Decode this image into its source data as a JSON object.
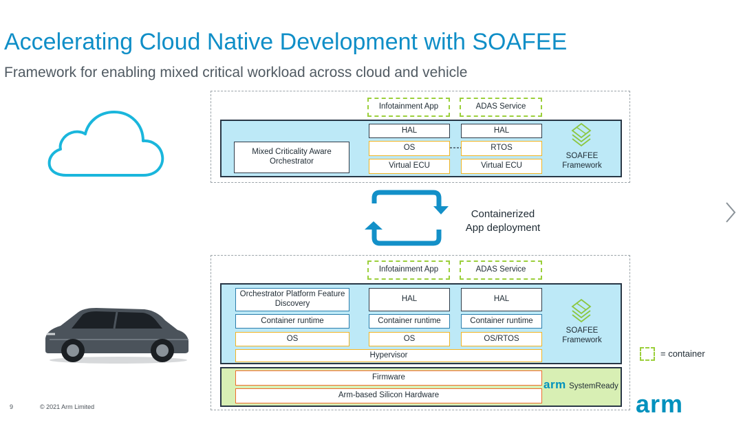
{
  "title": "Accelerating Cloud Native Development with SOAFEE",
  "subtitle": "Framework for enabling mixed critical workload across cloud and vehicle",
  "cloud": {
    "apps": [
      "Infotainment App",
      "ADAS Service"
    ],
    "orchestrator": "Mixed Criticality Aware Orchestrator",
    "col1": [
      "HAL",
      "OS",
      "Virtual ECU"
    ],
    "col2": [
      "HAL",
      "RTOS",
      "Virtual ECU"
    ],
    "soafee_line1": "SOAFEE",
    "soafee_line2": "Framework"
  },
  "deployment": {
    "line1": "Containerized",
    "line2": "App deployment"
  },
  "vehicle": {
    "apps": [
      "Infotainment App",
      "ADAS Service"
    ],
    "orchestrator_platform": "Orchestrator Platform Feature Discovery",
    "col1": [
      "Container runtime",
      "OS"
    ],
    "col2": [
      "HAL",
      "Container runtime",
      "OS"
    ],
    "col3": [
      "HAL",
      "Container runtime",
      "OS/RTOS"
    ],
    "hypervisor": "Hypervisor",
    "soafee_line1": "SOAFEE",
    "soafee_line2": "Framework",
    "firmware": "Firmware",
    "silicon": "Arm-based Silicon Hardware",
    "systemready_arm": "arm",
    "systemready_text": "SystemReady"
  },
  "legend": {
    "text": "= container"
  },
  "footer": {
    "page": "9",
    "copyright": "© 2021 Arm Limited"
  },
  "logo": "arm",
  "nav": {
    "next_icon": "chevron-right-icon"
  },
  "colors": {
    "title": "#0f8ec7",
    "arm_brand": "#0091bd",
    "panel": "#bde9f7",
    "arm_panel": "#d8efb4",
    "container_dash": "#9bcf3a"
  }
}
